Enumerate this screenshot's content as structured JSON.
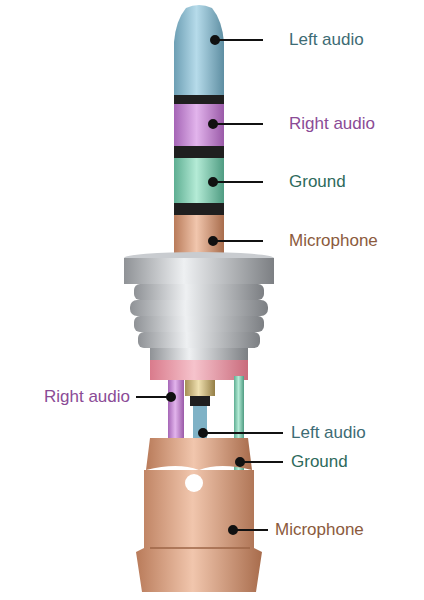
{
  "diagram": {
    "labels": [
      "Left audio",
      "Right audio",
      "Ground",
      "Microphone",
      "Right audio",
      "Left audio",
      "Ground",
      "Microphone"
    ]
  }
}
